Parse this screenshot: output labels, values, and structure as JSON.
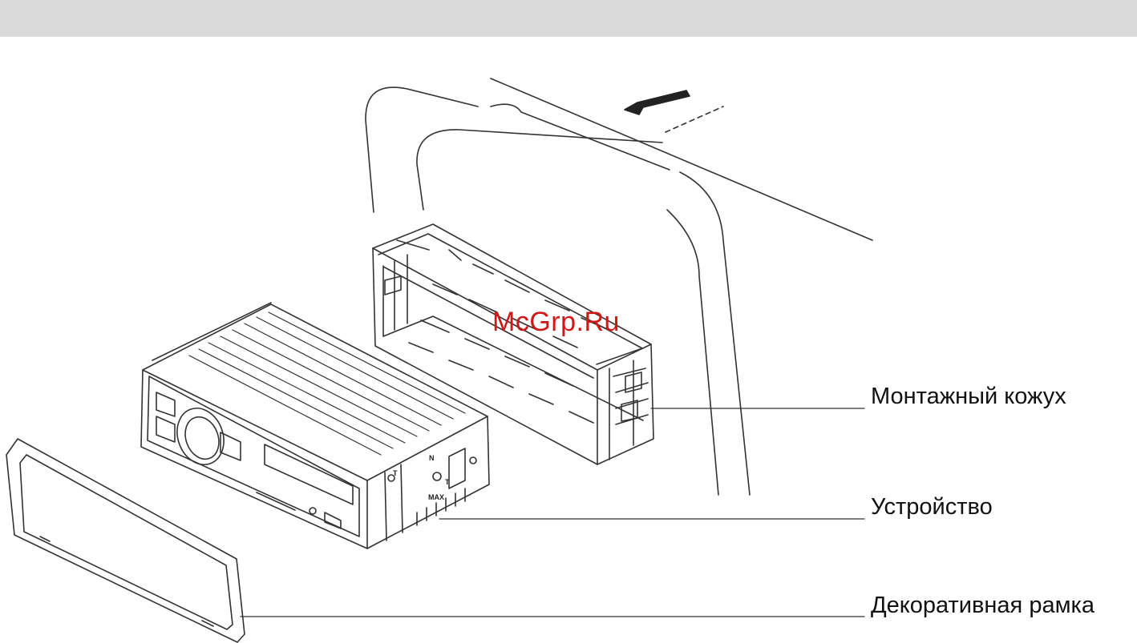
{
  "labels": {
    "mounting_sleeve": "Монтажный кожух",
    "unit": "Устройство",
    "decorative_frame": "Декоративная рамка"
  },
  "watermark": "McGrp.Ru",
  "unit_markings": {
    "a": "T",
    "b": "N",
    "c": "T",
    "d": "MAX"
  },
  "colors": {
    "line": "#333333",
    "watermark": "#d01818",
    "band": "#dadada"
  }
}
